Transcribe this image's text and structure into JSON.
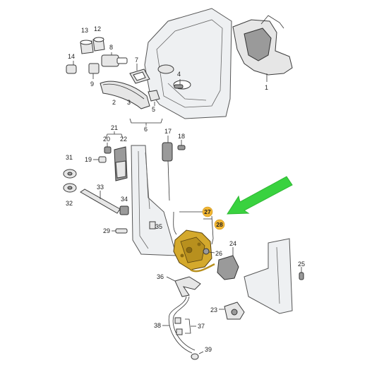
{
  "colors": {
    "highlight": "#f2b632",
    "lock_body": "#d4a92c",
    "arrow": "#39d23f"
  },
  "labels": {
    "l1": "1",
    "l2": "2",
    "l3": "3",
    "l4": "4",
    "l5": "5",
    "l6": "6",
    "l7": "7",
    "l8": "8",
    "l9": "9",
    "l12": "12",
    "l13": "13",
    "l14": "14",
    "l17": "17",
    "l18": "18",
    "l19": "19",
    "l20": "20",
    "l21": "21",
    "l22": "22",
    "l23": "23",
    "l24": "24",
    "l25": "25",
    "l26": "26",
    "l27": "27",
    "l28": "28",
    "l29": "29",
    "l31": "31",
    "l32": "32",
    "l33": "33",
    "l34": "34",
    "l35": "35",
    "l36": "36",
    "l37": "37",
    "l38": "38",
    "l39": "39"
  }
}
